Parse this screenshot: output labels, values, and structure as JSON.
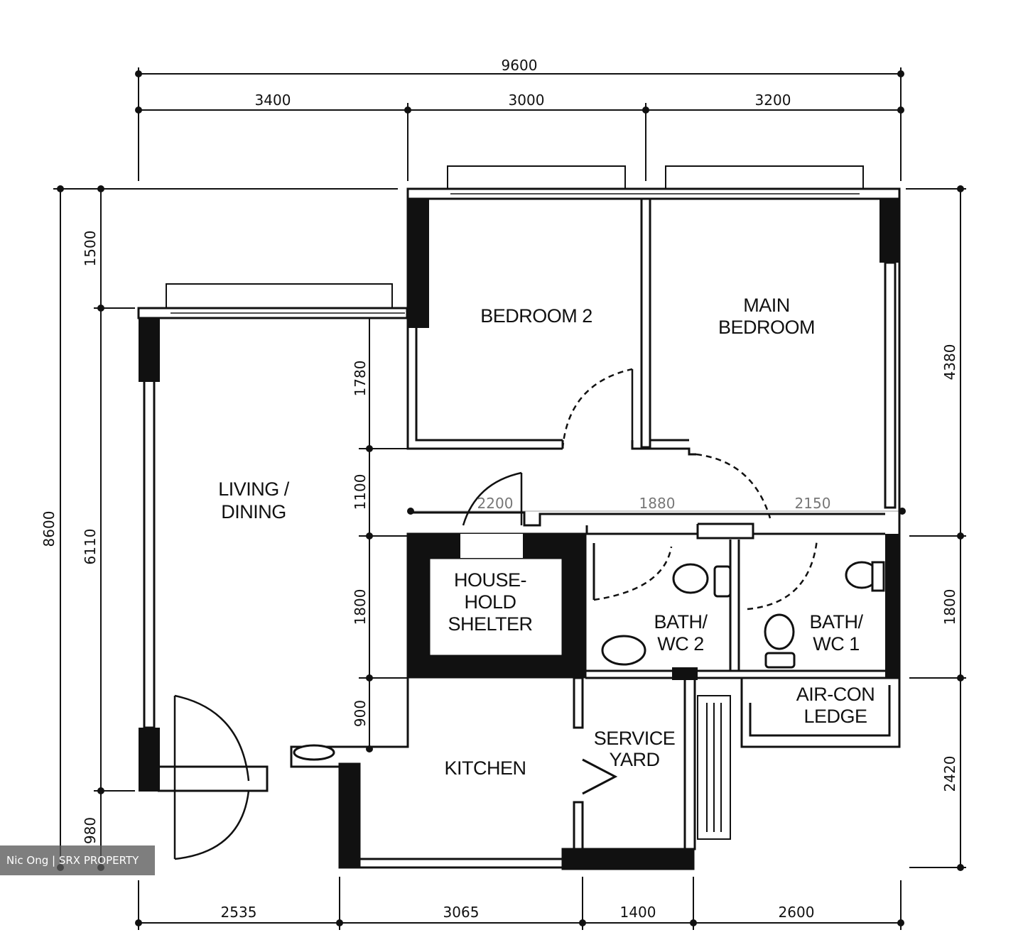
{
  "dimensions": {
    "top_total": "9600",
    "top_segments": [
      "3400",
      "3000",
      "3200"
    ],
    "bottom_segments": [
      "2535",
      "3065",
      "1400",
      "2600"
    ],
    "left_total": "8600",
    "left_segments": [
      "1500",
      "980"
    ],
    "left_inner": "6110",
    "inner_vertical": [
      "1780",
      "1100",
      "1800",
      "900"
    ],
    "right_segments": [
      "4380",
      "1800",
      "2420"
    ],
    "corridor": [
      "2200",
      "1880",
      "2150"
    ]
  },
  "rooms": {
    "bedroom_2": "BEDROOM 2",
    "main_bedroom": [
      "MAIN",
      "BEDROOM"
    ],
    "living": [
      "LIVING /",
      "DINING"
    ],
    "household_shelter": [
      "HOUSE-",
      "HOLD",
      "SHELTER"
    ],
    "bath_wc_2": [
      "BATH/",
      "WC 2"
    ],
    "bath_wc_1": [
      "BATH/",
      "WC 1"
    ],
    "aircon_ledge": [
      "AIR-CON",
      "LEDGE"
    ],
    "kitchen": "KITCHEN",
    "service_yard": [
      "SERVICE",
      "YARD"
    ]
  },
  "watermark": "Nic Ong | SRX PROPERTY"
}
